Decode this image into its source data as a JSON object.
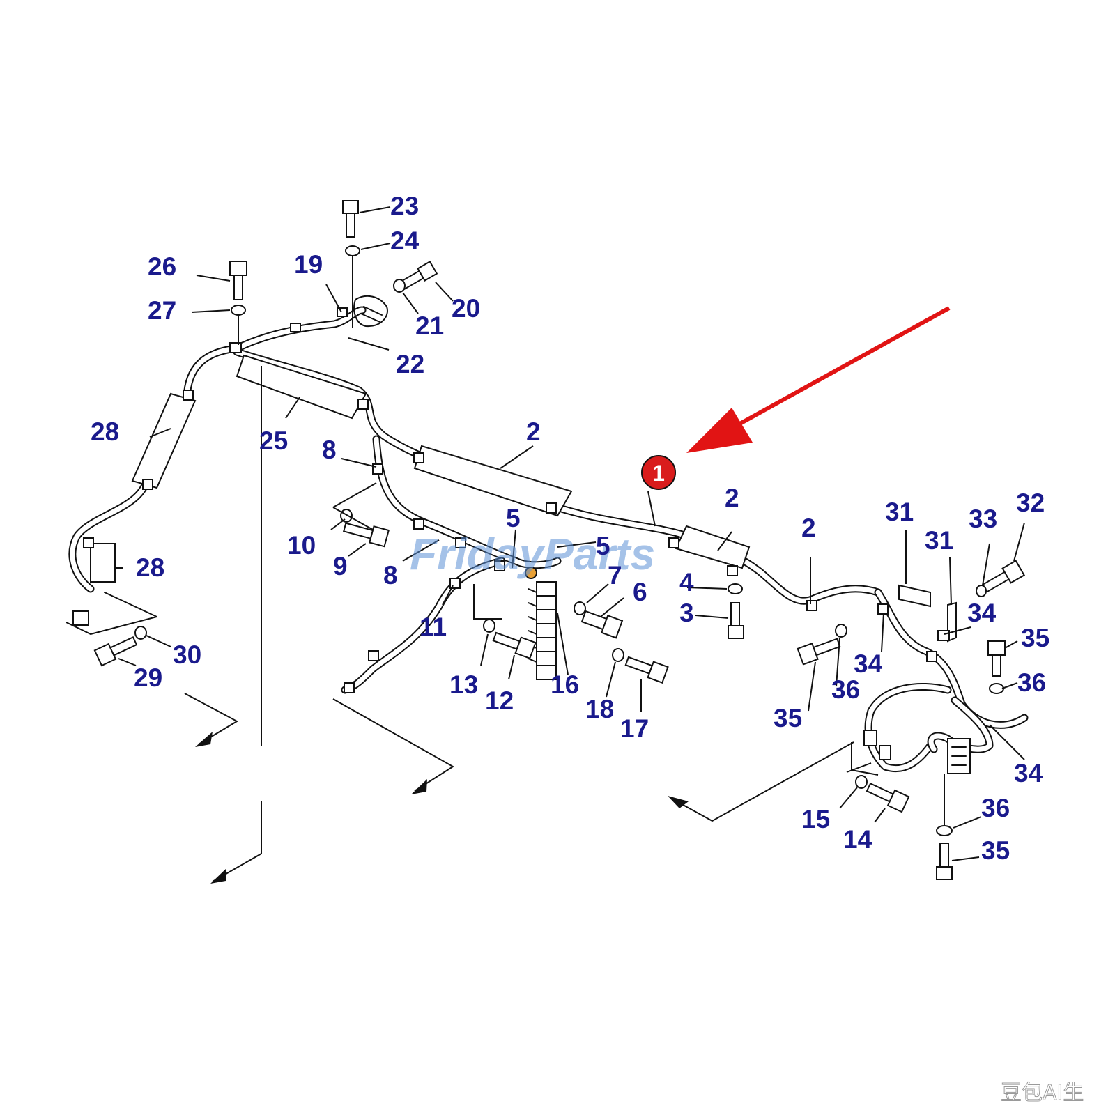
{
  "diagram": {
    "callout": {
      "label": "1",
      "color": "#d91c1c"
    },
    "pointer_arrow_color": "#e11414",
    "label_color": "#1a1a8c",
    "watermark": {
      "text": "FridayParts",
      "color": "#5b8fd6"
    },
    "corner_mark": "豆包AI生",
    "labels": [
      {
        "id": "l23",
        "text": "23"
      },
      {
        "id": "l24",
        "text": "24"
      },
      {
        "id": "l26",
        "text": "26"
      },
      {
        "id": "l19",
        "text": "19"
      },
      {
        "id": "l20",
        "text": "20"
      },
      {
        "id": "l21",
        "text": "21"
      },
      {
        "id": "l27",
        "text": "27"
      },
      {
        "id": "l22",
        "text": "22"
      },
      {
        "id": "l28a",
        "text": "28"
      },
      {
        "id": "l25",
        "text": "25"
      },
      {
        "id": "l8a",
        "text": "8"
      },
      {
        "id": "l2a",
        "text": "2"
      },
      {
        "id": "l5a",
        "text": "5"
      },
      {
        "id": "l5b",
        "text": "5"
      },
      {
        "id": "l10",
        "text": "10"
      },
      {
        "id": "l9",
        "text": "9"
      },
      {
        "id": "l8b",
        "text": "8"
      },
      {
        "id": "l7",
        "text": "7"
      },
      {
        "id": "l6",
        "text": "6"
      },
      {
        "id": "l4",
        "text": "4"
      },
      {
        "id": "l3",
        "text": "3"
      },
      {
        "id": "l2b",
        "text": "2"
      },
      {
        "id": "l2c",
        "text": "2"
      },
      {
        "id": "l31a",
        "text": "31"
      },
      {
        "id": "l31b",
        "text": "31"
      },
      {
        "id": "l33",
        "text": "33"
      },
      {
        "id": "l32",
        "text": "32"
      },
      {
        "id": "l34a",
        "text": "34"
      },
      {
        "id": "l34b",
        "text": "34"
      },
      {
        "id": "l35a",
        "text": "35"
      },
      {
        "id": "l36a",
        "text": "36"
      },
      {
        "id": "l35b",
        "text": "35"
      },
      {
        "id": "l36b",
        "text": "36"
      },
      {
        "id": "l34c",
        "text": "34"
      },
      {
        "id": "l28b",
        "text": "28"
      },
      {
        "id": "l30",
        "text": "30"
      },
      {
        "id": "l29",
        "text": "29"
      },
      {
        "id": "l11",
        "text": "11"
      },
      {
        "id": "l13",
        "text": "13"
      },
      {
        "id": "l12",
        "text": "12"
      },
      {
        "id": "l16",
        "text": "16"
      },
      {
        "id": "l18",
        "text": "18"
      },
      {
        "id": "l17",
        "text": "17"
      },
      {
        "id": "l15",
        "text": "15"
      },
      {
        "id": "l14",
        "text": "14"
      },
      {
        "id": "l36c",
        "text": "36"
      },
      {
        "id": "l35c",
        "text": "35"
      }
    ]
  }
}
